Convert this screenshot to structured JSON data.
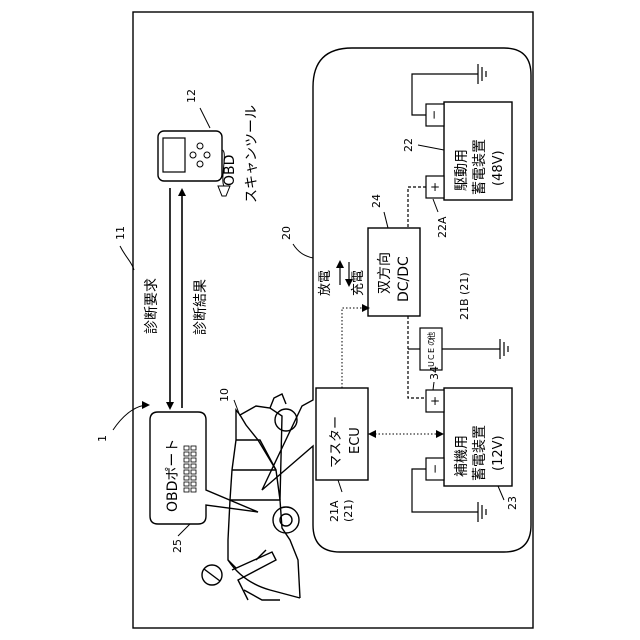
{
  "figure": {
    "ref_system": "1",
    "ref_request_area": "11",
    "ref_scan_tool": "12",
    "ref_vehicle": "10",
    "ref_network": "20",
    "ref_obd_port": "25",
    "ref_dcdc": "24",
    "ref_main_batt": "22",
    "ref_main_batt_pos": "22A",
    "ref_aux_batt": "23",
    "ref_aux_batt_pos": "34",
    "ref_other_ecu": "21B (21)",
    "ref_master_ecu_a": "21A",
    "ref_master_ecu_b": "(21)"
  },
  "labels": {
    "scan_tool_line1": "OBD",
    "scan_tool_line2": "スキャンツール",
    "diag_request": "診断要求",
    "diag_result": "診断結果",
    "obd_port": "OBDポート",
    "dcdc_line1": "双方向",
    "dcdc_line2": "DC/DC",
    "discharge": "放電",
    "charge": "充電",
    "other_ecu_chars": [
      "他",
      "の",
      "E",
      "C",
      "U"
    ],
    "master_ecu_line1": "マスター",
    "master_ecu_line2": "ECU",
    "main_batt_line1": "駆動用",
    "main_batt_line2": "蓄電装置",
    "main_batt_line3": "(48V)",
    "aux_batt_line1": "補機用",
    "aux_batt_line2": "蓄電装置",
    "aux_batt_line3": "(12V)",
    "terminal_plus": "+",
    "terminal_minus": "−"
  }
}
